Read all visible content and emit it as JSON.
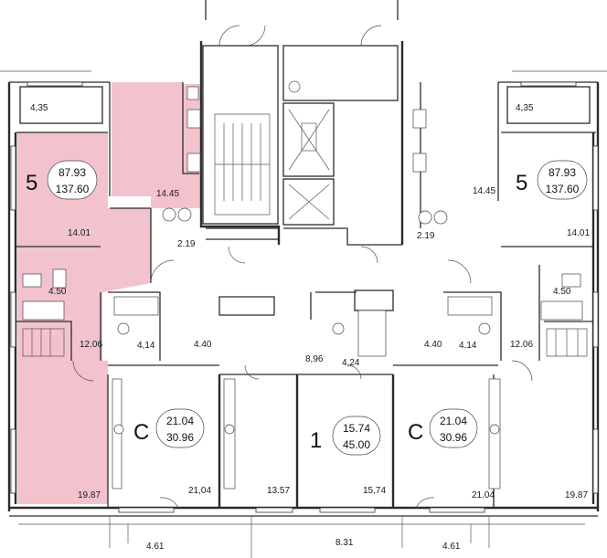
{
  "colors": {
    "highlight": "#f3c3cd",
    "wall": "#2b2b2b",
    "background": "#ffffff"
  },
  "apartments": [
    {
      "id": "left-2room",
      "rooms": "5",
      "living_area": "87.93",
      "total_area": "137.60"
    },
    {
      "id": "right-2room",
      "rooms": "5",
      "living_area": "87.93",
      "total_area": "137.60"
    },
    {
      "id": "left-studio",
      "rooms": "С",
      "living_area": "21.04",
      "total_area": "30.96"
    },
    {
      "id": "center-1room",
      "rooms": "1",
      "living_area": "15.74",
      "total_area": "45.00"
    },
    {
      "id": "right-studio",
      "rooms": "С",
      "living_area": "21.04",
      "total_area": "30.96"
    }
  ],
  "room_areas": [
    {
      "id": "left-balcony",
      "value": "4,35"
    },
    {
      "id": "right-balcony",
      "value": "4,35"
    },
    {
      "id": "left-kitchen",
      "value": "14.45"
    },
    {
      "id": "right-kitchen",
      "value": "14.45"
    },
    {
      "id": "left-bath-small",
      "value": "2.19"
    },
    {
      "id": "right-bath-small",
      "value": "2.19"
    },
    {
      "id": "left-room-mid",
      "value": "14.01"
    },
    {
      "id": "right-room-mid",
      "value": "14.01"
    },
    {
      "id": "left-bath",
      "value": "4.50"
    },
    {
      "id": "right-bath",
      "value": "4.50"
    },
    {
      "id": "left-hall",
      "value": "12.06"
    },
    {
      "id": "right-hall",
      "value": "12.06"
    },
    {
      "id": "left-studio-bath",
      "value": "4,14"
    },
    {
      "id": "left-studio-hall",
      "value": "4.40"
    },
    {
      "id": "right-studio-hall",
      "value": "4.40"
    },
    {
      "id": "right-studio-bath",
      "value": "4.14"
    },
    {
      "id": "center-hall",
      "value": "8,96"
    },
    {
      "id": "center-bath",
      "value": "4,24"
    },
    {
      "id": "left-room-bottom",
      "value": "19.87"
    },
    {
      "id": "right-room-bottom",
      "value": "19.87"
    },
    {
      "id": "left-studio-room",
      "value": "21,04"
    },
    {
      "id": "left-studio-kitchen",
      "value": "13.57"
    },
    {
      "id": "center-room",
      "value": "15,74"
    },
    {
      "id": "right-studio-room",
      "value": "21.04"
    },
    {
      "id": "left-loggia",
      "value": "4.61"
    },
    {
      "id": "center-loggia",
      "value": "8.31"
    },
    {
      "id": "right-loggia",
      "value": "4.61"
    }
  ]
}
